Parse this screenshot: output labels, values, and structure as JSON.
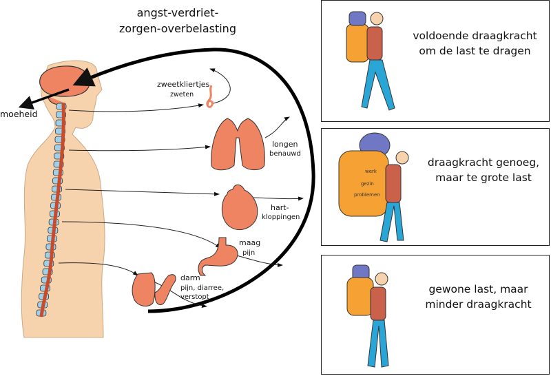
{
  "title_line1": "angst-verdriet-",
  "title_line2": "zorgen-overbelasting",
  "fatigue_label": "moeheid",
  "organs": {
    "sweat": {
      "name": "zweetkliertjes",
      "effect": "zweten"
    },
    "lungs": {
      "name": "longen",
      "effect": "benauwd"
    },
    "heart": {
      "name": "hart-",
      "effect": "kloppingen"
    },
    "stomach": {
      "name": "maag",
      "effect": "pijn"
    },
    "bowel": {
      "name": "darm",
      "effect1": "pijn, diarree,",
      "effect2": "verstopt"
    }
  },
  "panels": [
    {
      "line1": "voldoende draagkracht",
      "line2": "om de last te dragen"
    },
    {
      "line1": "draagkracht genoeg,",
      "line2": "maar te grote last",
      "bag_labels": [
        "werk",
        "gezin",
        "problemen"
      ]
    },
    {
      "line1": "gewone last, maar",
      "line2": "minder draagkracht"
    }
  ],
  "colors": {
    "skin": "#f7d3ad",
    "organ": "#ef8462",
    "bag": "#f6a133",
    "nerve": "#9fd0ea"
  }
}
